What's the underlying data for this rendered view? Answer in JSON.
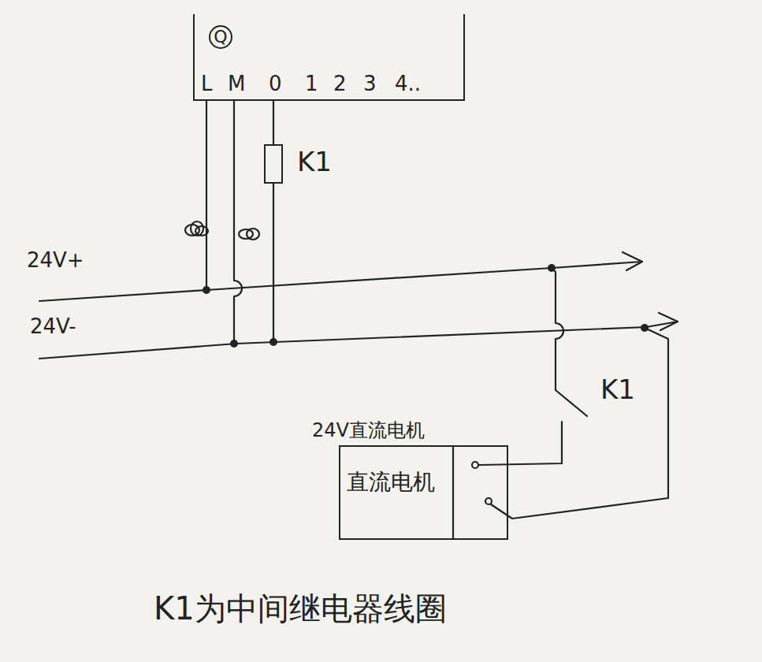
{
  "diagram": {
    "caption": "K1为中间继电器线圈",
    "nodes": [
      {
        "text": [
          "Q",
          "L",
          "M",
          "0",
          "1",
          "2",
          "3",
          "4.."
        ]
      },
      {
        "text": [
          "K1"
        ]
      },
      {
        "text": [
          "24V直流电机",
          "直流电机"
        ]
      }
    ],
    "edges": [
      {
        "from": 0,
        "to": 1,
        "arrow": "none"
      }
    ],
    "labels": [
      "24V+",
      "24V-",
      "K1"
    ]
  }
}
